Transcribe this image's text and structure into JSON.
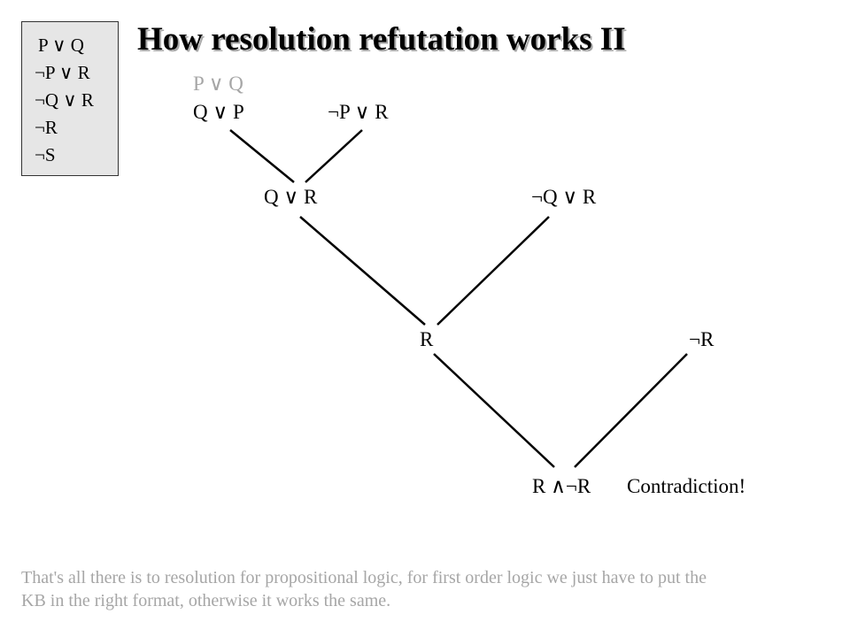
{
  "title": "How resolution refutation works II",
  "knowledge_base": [
    "P ∨ Q",
    "¬P ∨ R",
    "¬Q ∨ R",
    "¬R",
    "¬S"
  ],
  "tree": {
    "faded_clause": "P ∨ Q",
    "clause_q_or_p": "Q ∨ P",
    "clause_notp_or_r": "¬P ∨ R",
    "clause_q_or_r": "Q ∨ R",
    "clause_notq_or_r": "¬Q ∨ R",
    "clause_r": "R",
    "clause_notr": "¬R",
    "clause_final": "R ∧¬R",
    "contradiction_label": "Contradiction!"
  },
  "footer_text": "That's all there is to resolution for propositional logic, for first order logic we just have to put the KB in the right format, otherwise it works the same.",
  "colors": {
    "background": "#ffffff",
    "text": "#000000",
    "faded_text": "#a6a6a6",
    "box_fill": "#e6e6e6"
  }
}
